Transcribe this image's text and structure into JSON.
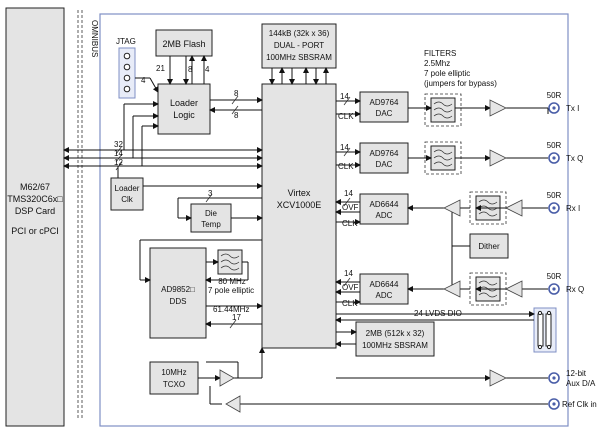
{
  "dsp_card": {
    "line1": "M62/67",
    "line2": "TMS320C6x□",
    "line3": "DSP Card",
    "line4": "PCI or cPCI"
  },
  "omnibus_label": "OMNIBUS",
  "jtag_label": "JTAG",
  "flash": {
    "label": "2MB Flash"
  },
  "loader_logic": {
    "line1": "Loader",
    "line2": "Logic"
  },
  "loader_clk": {
    "line1": "Loader",
    "line2": "Clk"
  },
  "die_temp": {
    "line1": "Die",
    "line2": "Temp"
  },
  "dpram": {
    "line1": "144kB (32k x 36)",
    "line2": "DUAL - PORT",
    "line3": "100MHz SBSRAM"
  },
  "virtex": {
    "line1": "Virtex",
    "line2": "XCV1000E"
  },
  "dac1": {
    "line1": "AD9764",
    "line2": "DAC"
  },
  "dac2": {
    "line1": "AD9764",
    "line2": "DAC"
  },
  "adc1": {
    "line1": "AD6644",
    "line2": "ADC"
  },
  "adc2": {
    "line1": "AD6644",
    "line2": "ADC"
  },
  "filters": {
    "line1": "FILTERS",
    "line2": "2.5Mhz",
    "line3": "7 pole elliptic",
    "line4": "(jumpers for bypass)"
  },
  "dds": {
    "line1": "AD9852□",
    "line2": "DDS"
  },
  "dds_filter": {
    "line1": "80 MHz",
    "line2": "7 pole elliptic"
  },
  "sbsram": {
    "line1": "2MB (512k x 32)",
    "line2": "100MHz SBSRAM"
  },
  "tcxo": {
    "line1": "10MHz",
    "line2": "TCXO"
  },
  "dither": {
    "label": "Dither"
  },
  "lvds_label": "24 LVDS DIO",
  "freq_label": "61.44MHz",
  "signals": {
    "clk": "CLK",
    "ovf": "OVF"
  },
  "bus_widths": {
    "w4a": "4",
    "w21": "21",
    "w8a": "8",
    "w4b": "4",
    "w8b": "8",
    "w8c": "8",
    "w32": "32",
    "w14": "14",
    "w12": "12",
    "w3": "3",
    "w14dac1": "14",
    "w14dac2": "14",
    "w14adc1": "14",
    "w14adc2": "14",
    "w17": "17"
  },
  "connectors": {
    "tx_i": {
      "ohm": "50R",
      "name": "Tx I"
    },
    "tx_q": {
      "ohm": "50R",
      "name": "Tx Q"
    },
    "rx_i": {
      "ohm": "50R",
      "name": "Rx I"
    },
    "rx_q": {
      "ohm": "50R",
      "name": "Rx Q"
    },
    "aux": {
      "line1": "12-bit",
      "line2": "Aux D/A"
    },
    "ref": {
      "name": "Ref Clk in"
    }
  }
}
